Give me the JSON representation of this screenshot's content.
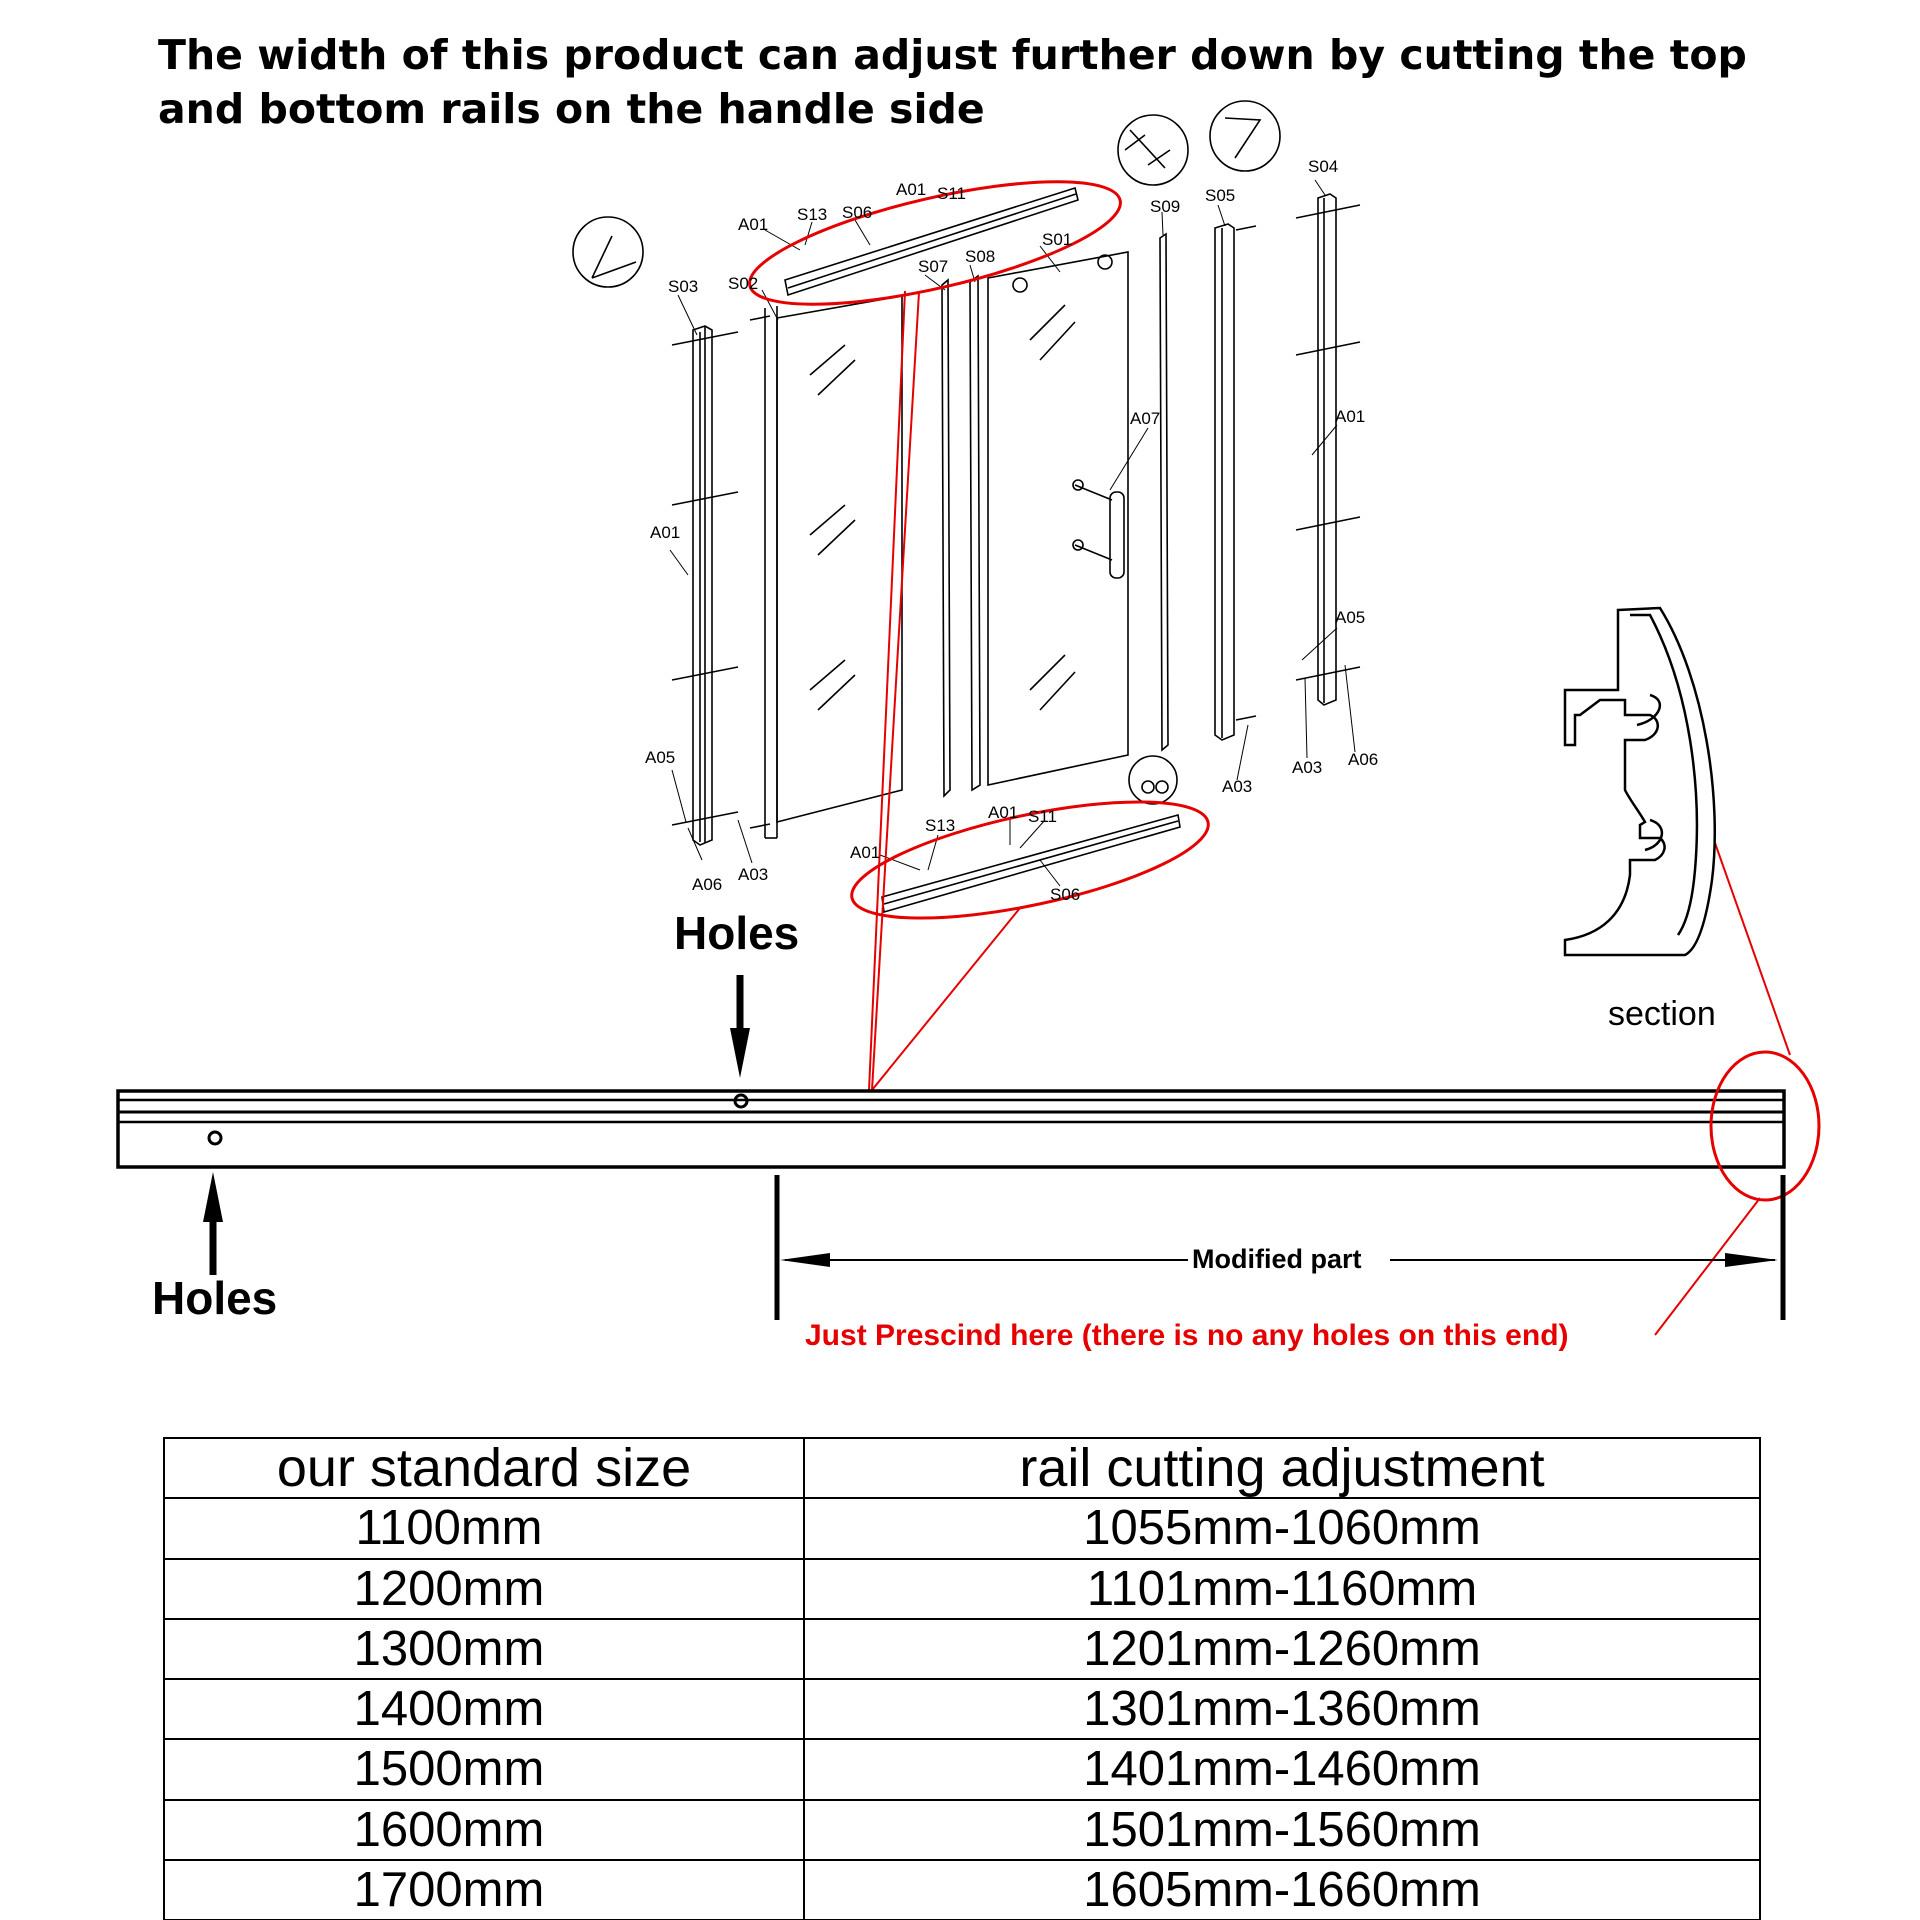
{
  "title": "The width of this product can adjust further down by cutting the top and bottom rails on the handle side",
  "part_labels": {
    "A01": "A01",
    "A03": "A03",
    "A05": "A05",
    "A06": "A06",
    "A07": "A07",
    "S01": "S01",
    "S02": "S02",
    "S03": "S03",
    "S04": "S04",
    "S05": "S05",
    "S06": "S06",
    "S07": "S07",
    "S08": "S08",
    "S09": "S09",
    "S11": "S11",
    "S13": "S13"
  },
  "rail": {
    "holes_top_label": "Holes",
    "holes_bottom_label": "Holes",
    "modified_part_label": "Modified part",
    "cut_note": "Just Prescind here (there is no any holes on this end)",
    "section_label": "section"
  },
  "colors": {
    "highlight": "#e60000",
    "line": "#000000"
  },
  "table": {
    "headers": [
      "our standard size",
      "rail cutting adjustment"
    ],
    "rows": [
      [
        "1100mm",
        "1055mm-1060mm"
      ],
      [
        "1200mm",
        "1101mm-1160mm"
      ],
      [
        "1300mm",
        "1201mm-1260mm"
      ],
      [
        "1400mm",
        "1301mm-1360mm"
      ],
      [
        "1500mm",
        "1401mm-1460mm"
      ],
      [
        "1600mm",
        "1501mm-1560mm"
      ],
      [
        "1700mm",
        "1605mm-1660mm"
      ]
    ]
  }
}
